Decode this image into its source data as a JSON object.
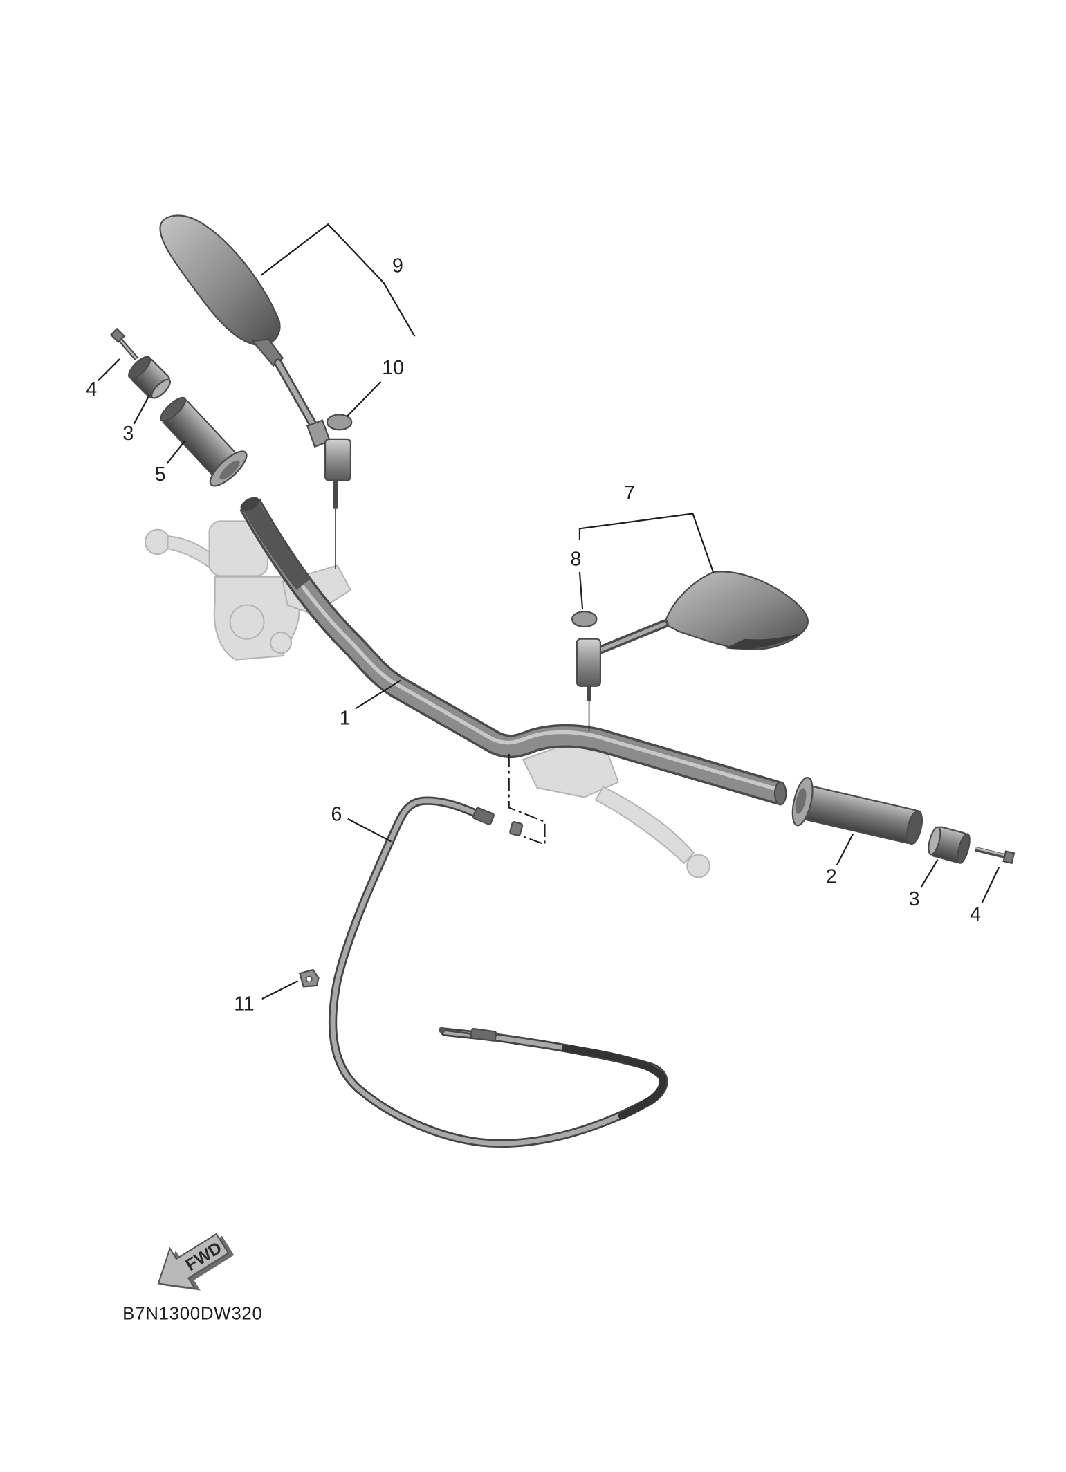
{
  "diagram": {
    "code": "B7N1300DW320",
    "fwd_label": "FWD",
    "callouts": {
      "c1": "1",
      "c2": "2",
      "c3_left": "3",
      "c3_right": "3",
      "c4_left": "4",
      "c4_right": "4",
      "c5": "5",
      "c6": "6",
      "c7": "7",
      "c8": "8",
      "c9": "9",
      "c10": "10",
      "c11": "11"
    },
    "colors": {
      "part": "#8c8c8c",
      "part_dark": "#4a4a4a",
      "part_light": "#c8c8c8",
      "ghost": "#dcdcdc",
      "ghost_line": "#b4b4b4",
      "ink": "#1e1e1e",
      "paper": "#ffffff"
    }
  }
}
